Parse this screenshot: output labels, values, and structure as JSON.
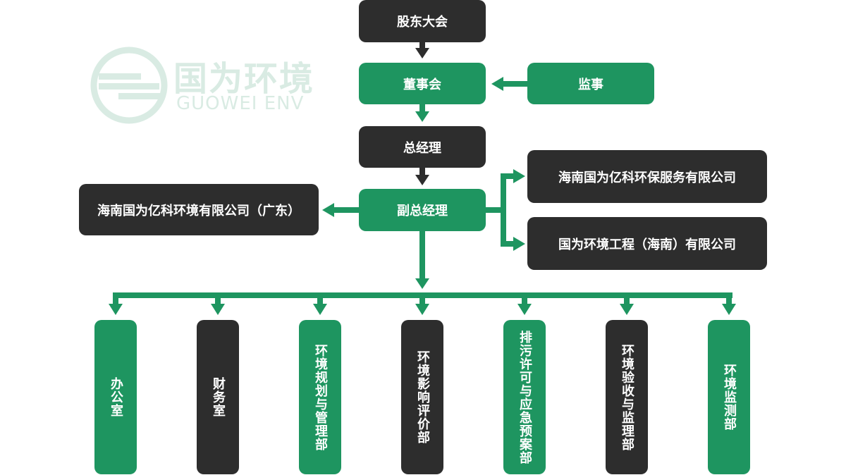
{
  "logo": {
    "name_cn": "国为环境",
    "name_en": "GUOWEI ENV"
  },
  "org_chart": {
    "shareholders_meeting": "股东大会",
    "board_of_directors": "董事会",
    "supervisor": "监事",
    "general_manager": "总经理",
    "deputy_general_manager": "副总经理",
    "subsidiary_guangdong": "海南国为亿科环境有限公司（广东）",
    "subsidiary_env_service": "海南国为亿科环保服务有限公司",
    "subsidiary_engineering": "国为环境工程（海南）有限公司",
    "departments": [
      "办公室",
      "财务室",
      "环境规划与管理部",
      "环境影响评价部",
      "排污许可与应急预案部",
      "环境验收与监理部",
      "环境监测部"
    ]
  },
  "colors": {
    "green": "#1e9560",
    "dark": "#2d2d2d",
    "logo": "#d9ebe3"
  }
}
